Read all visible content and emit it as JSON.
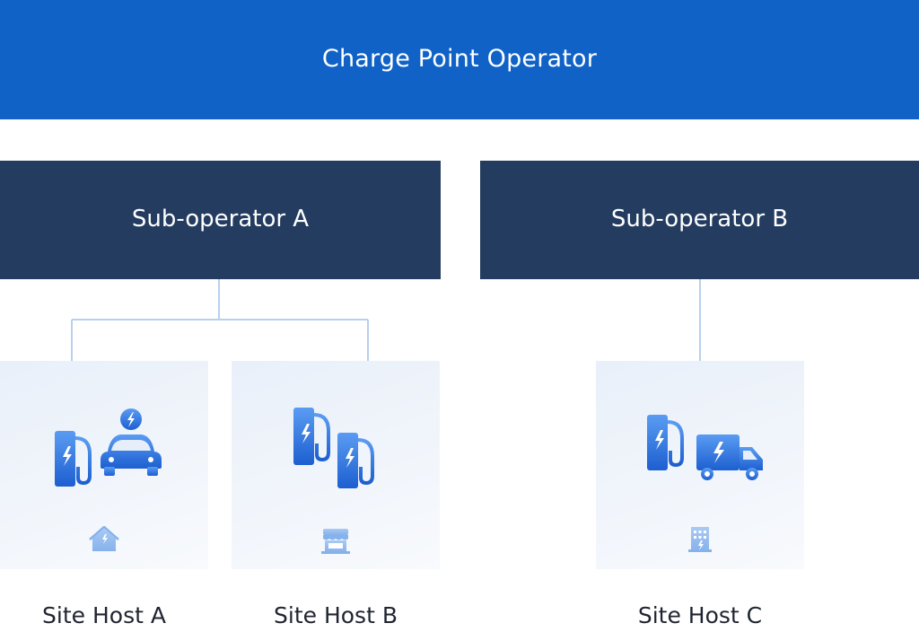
{
  "operator": {
    "title": "Charge Point Operator"
  },
  "sub_operators": [
    {
      "label": "Sub-operator A"
    },
    {
      "label": "Sub-operator B"
    }
  ],
  "site_hosts": [
    {
      "label": "Site Host A",
      "icons": [
        "charger-icon",
        "car-icon",
        "home-icon"
      ]
    },
    {
      "label": "Site Host B",
      "icons": [
        "charger-icon",
        "charger-icon",
        "shop-icon"
      ]
    },
    {
      "label": "Site Host C",
      "icons": [
        "charger-icon",
        "truck-icon",
        "building-icon"
      ]
    }
  ],
  "colors": {
    "operator": "#1062c6",
    "sub_operator": "#233c5f",
    "connector": "#b8d0ec",
    "icon_gradient_start": "#5a9cf2",
    "icon_gradient_end": "#1d5fd0"
  }
}
